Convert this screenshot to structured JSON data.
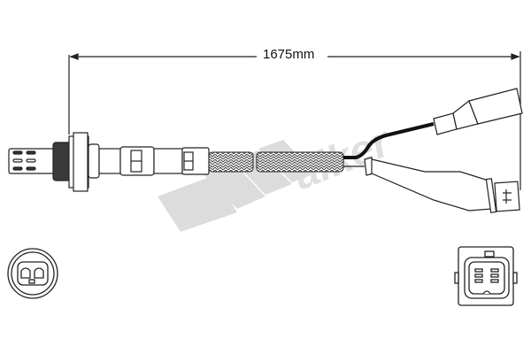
{
  "diagram": {
    "type": "product technical drawing",
    "subject": "oxygen sensor with braided cable and two connectors",
    "dimension": {
      "label": "1675mm",
      "value": 1675,
      "unit": "mm"
    },
    "watermark": "Walker",
    "views": [
      {
        "name": "sensor-end-view",
        "description": "circular end view with two-pin socket"
      },
      {
        "name": "connector-end-view",
        "description": "rectangular connector face with pins"
      }
    ],
    "colors": {
      "line": "#222222",
      "braid": "#555555",
      "watermark": "#d8d8d8",
      "background": "#ffffff"
    }
  }
}
